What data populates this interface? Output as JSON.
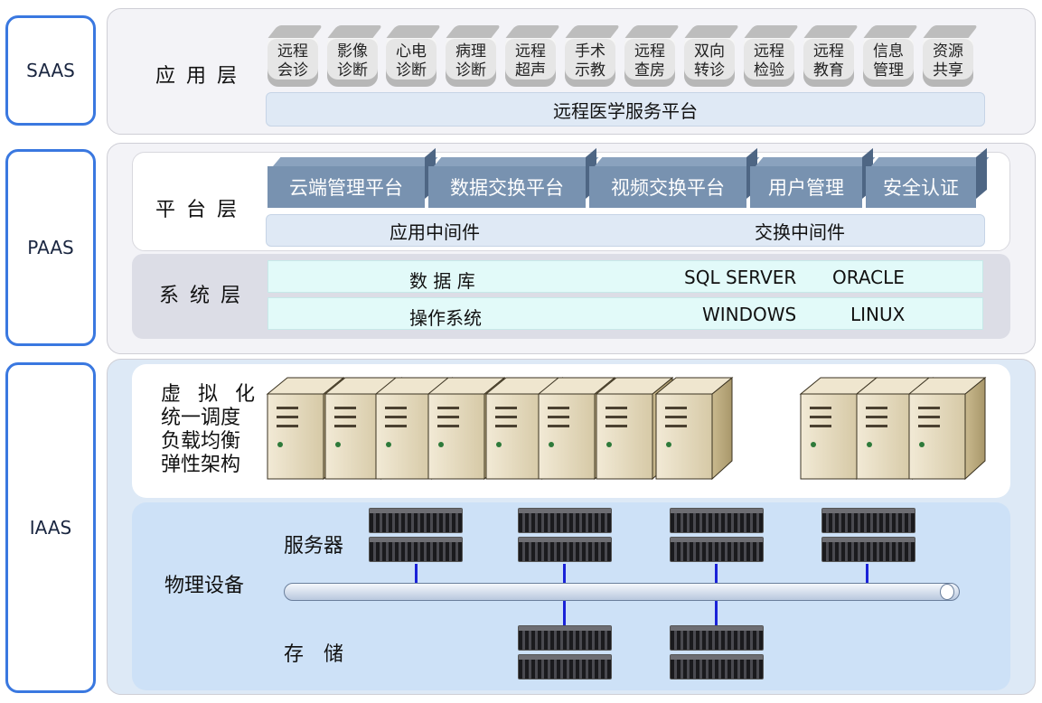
{
  "sides": {
    "saas": "SAAS",
    "paas": "PAAS",
    "iaas": "IAAS"
  },
  "application_layer": {
    "label": "应用层",
    "apps": [
      {
        "line1": "远程",
        "line2": "会诊"
      },
      {
        "line1": "影像",
        "line2": "诊断"
      },
      {
        "line1": "心电",
        "line2": "诊断"
      },
      {
        "line1": "病理",
        "line2": "诊断"
      },
      {
        "line1": "远程",
        "line2": "超声"
      },
      {
        "line1": "手术",
        "line2": "示教"
      },
      {
        "line1": "远程",
        "line2": "查房"
      },
      {
        "line1": "双向",
        "line2": "转诊"
      },
      {
        "line1": "远程",
        "line2": "检验"
      },
      {
        "line1": "远程",
        "line2": "教育"
      },
      {
        "line1": "信息",
        "line2": "管理"
      },
      {
        "line1": "资源",
        "line2": "共享"
      }
    ],
    "platform_bar": "远程医学服务平台"
  },
  "platform_layer": {
    "label": "平台层",
    "boxes": [
      "云端管理平台",
      "数据交换平台",
      "视频交换平台",
      "用户管理",
      "安全认证"
    ],
    "middleware_left": "应用中间件",
    "middleware_right": "交换中间件"
  },
  "system_layer": {
    "label": "系统层",
    "database": {
      "name": "数 据 库",
      "product1": "SQL SERVER",
      "product2": "ORACLE"
    },
    "os": {
      "name": "操作系统",
      "product1": "WINDOWS",
      "product2": "LINUX"
    }
  },
  "virtualization": {
    "lines": [
      "虚 拟 化",
      "统一调度",
      "负载均衡",
      "弹性架构"
    ]
  },
  "physical": {
    "label": "物理设备",
    "servers_label": "服务器",
    "storage_label": "存　储"
  },
  "colors": {
    "side_border": "#3a78e0",
    "box_blue": "#7892b0",
    "bus_line": "#1a22d8"
  }
}
